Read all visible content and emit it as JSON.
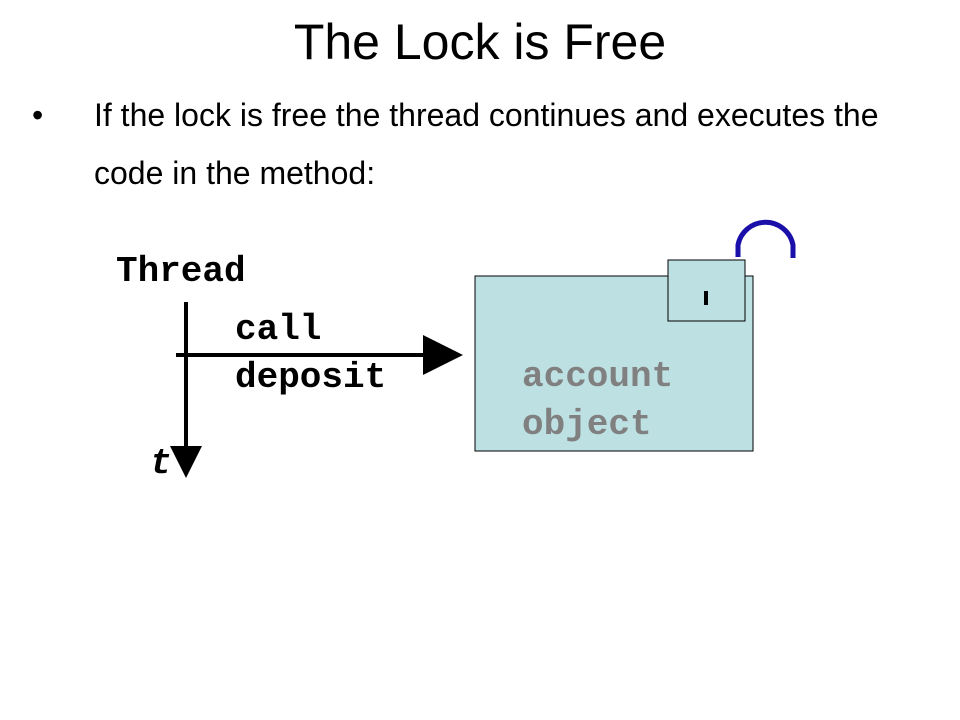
{
  "slide": {
    "title": "The Lock is Free",
    "bullet": {
      "marker": "•",
      "text": "If the lock is free the thread continues and executes the code in the method:"
    }
  },
  "diagram": {
    "thread_label": "Thread",
    "call_label": "call",
    "method_label": "deposit",
    "time_label": "t",
    "object_line1": "account",
    "object_line2": "object",
    "colors": {
      "object_fill": "#bde0e3",
      "lock_shackle": "#1a0fa8",
      "object_text": "#808080",
      "line": "#000000"
    },
    "icons": {
      "lock": "open-padlock-icon",
      "arrow": "arrow-right",
      "time_axis": "arrow-down"
    }
  }
}
